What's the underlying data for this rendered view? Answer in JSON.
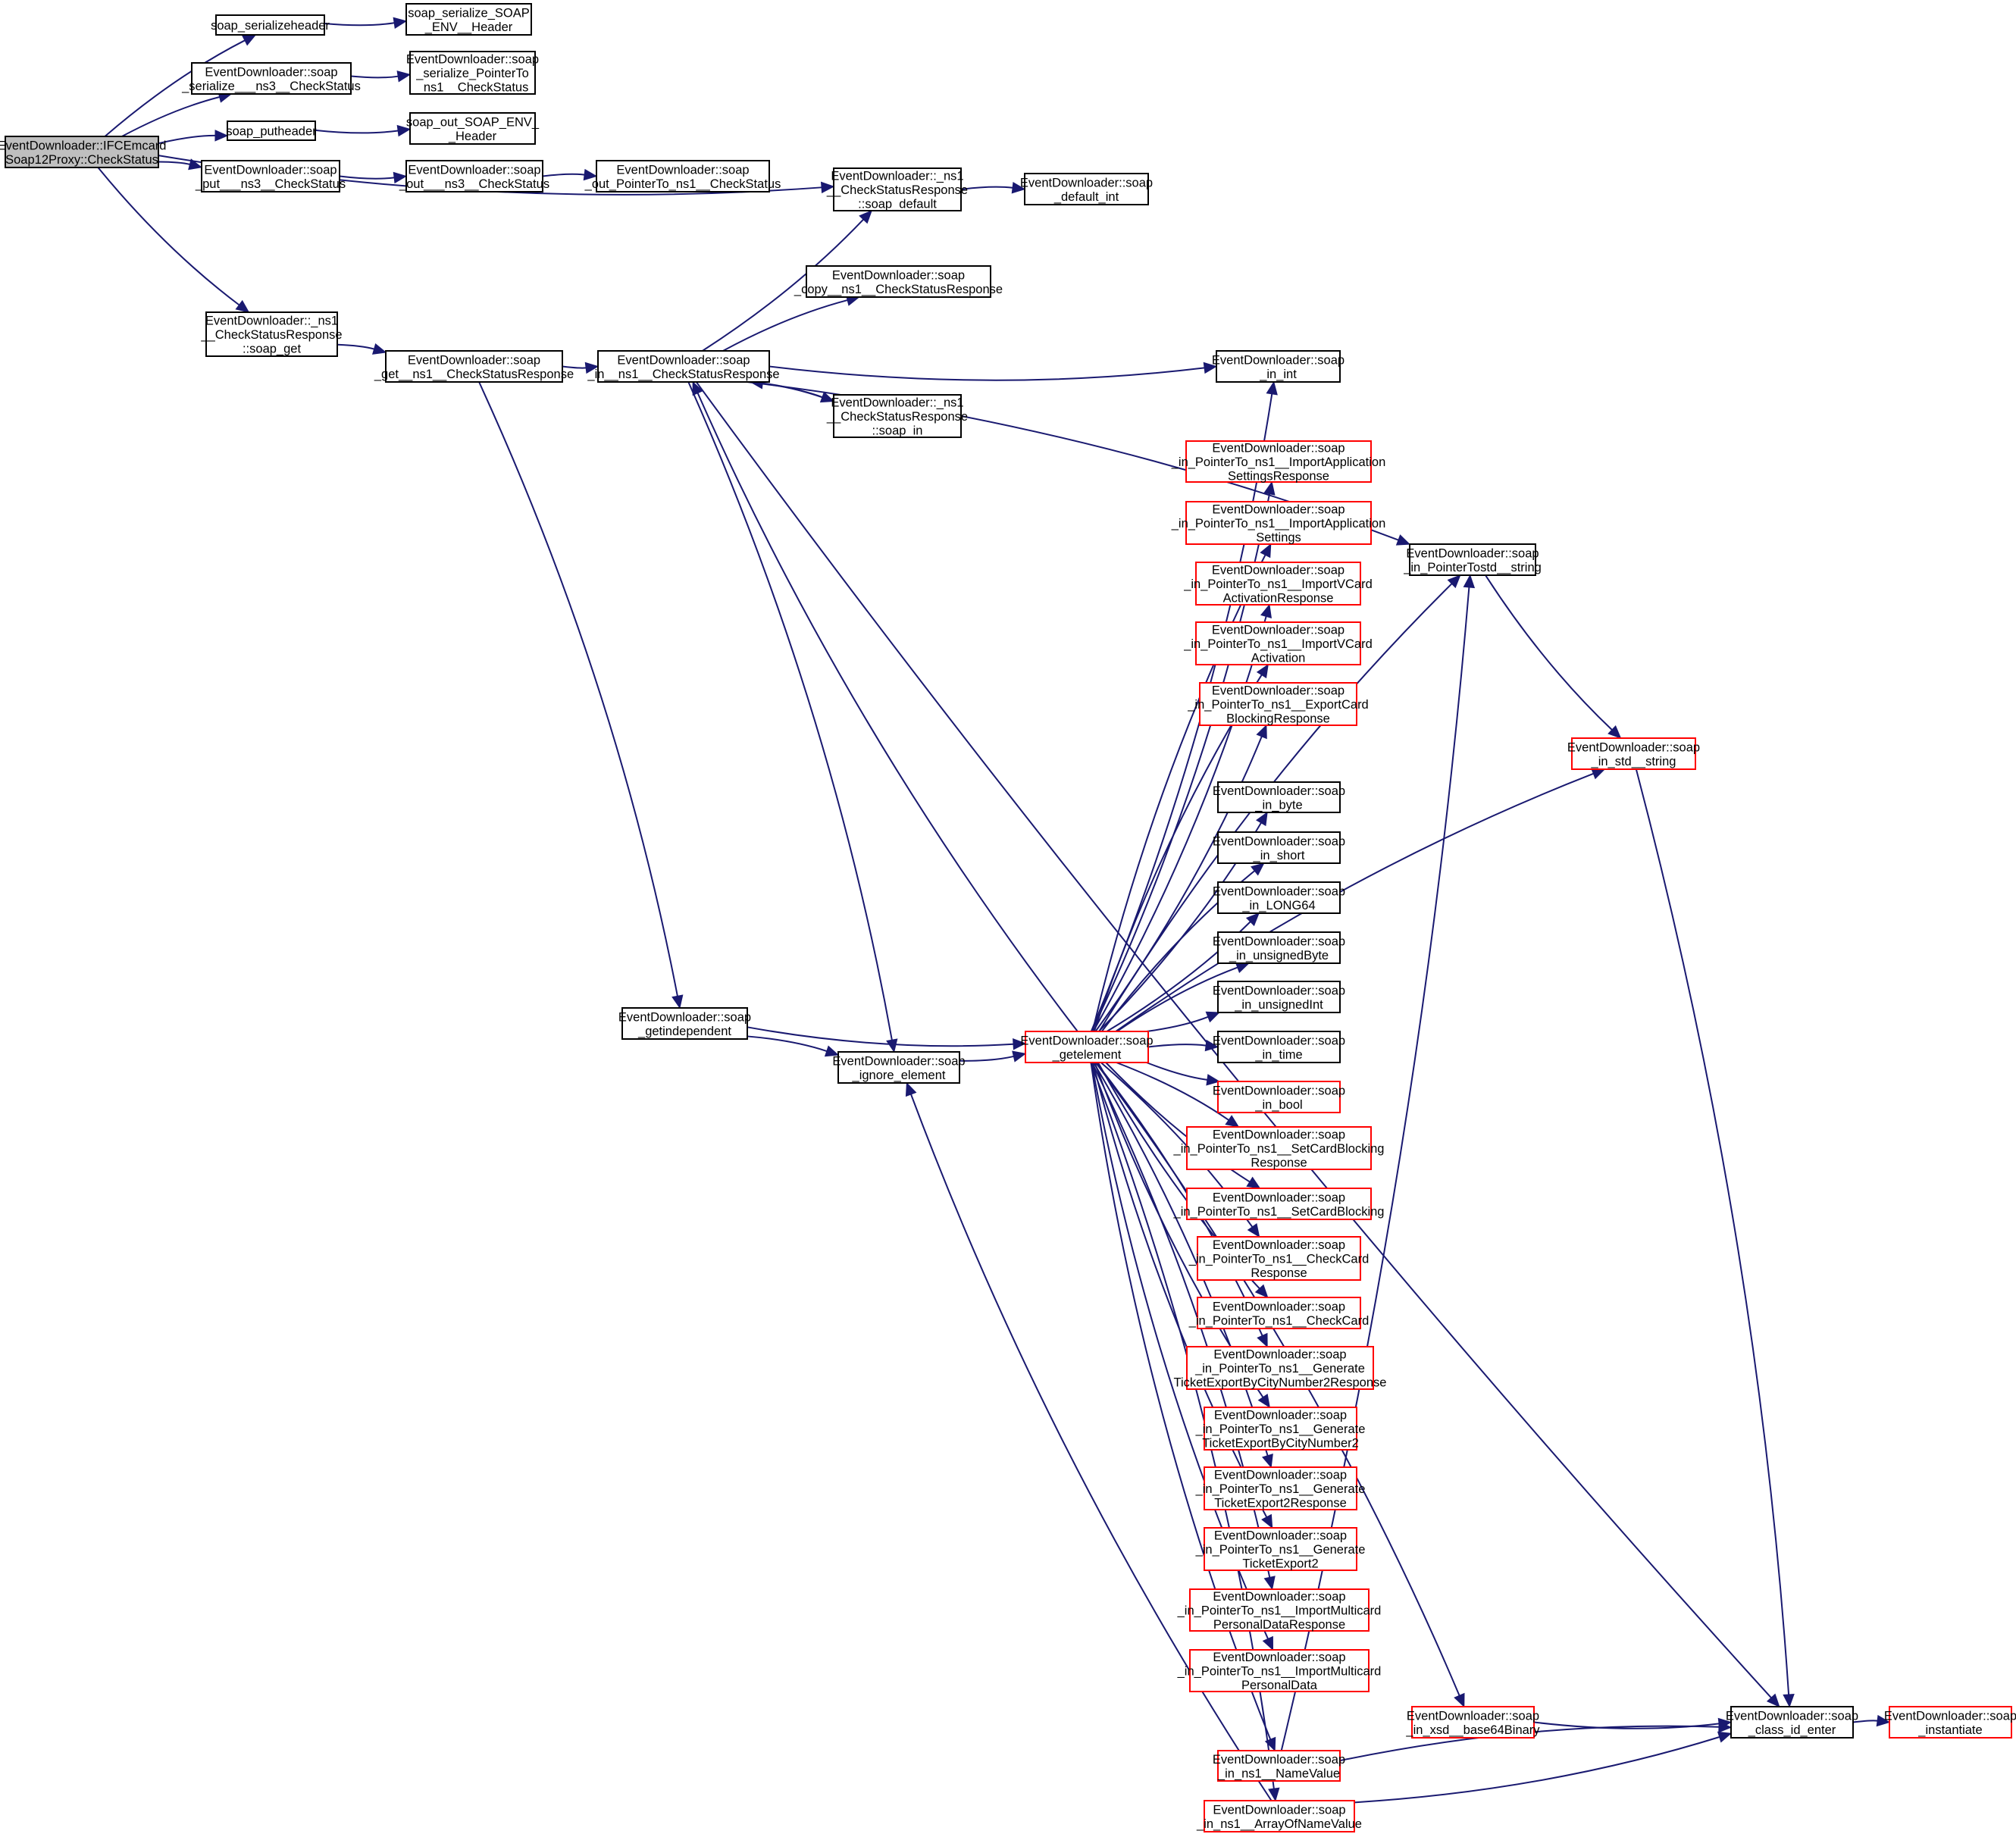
{
  "title": "Call graph: EventDownloader::IFCEmcardSoap12Proxy::CheckStatus",
  "colors": {
    "edge": "#191970",
    "root_fill": "#bfbfbf",
    "node_fill": "#ffffff",
    "node_border": "#000000",
    "truncated_border": "#ff0000"
  },
  "nodes": [
    {
      "id": "root",
      "lines": [
        "EventDownloader::IFCEmcard",
        "Soap12Proxy::CheckStatus"
      ],
      "style": "root"
    },
    {
      "id": "serializeheader",
      "lines": [
        "soap_serializeheader"
      ],
      "style": "normal"
    },
    {
      "id": "serialize_env_header",
      "lines": [
        "soap_serialize_SOAP",
        "_ENV__Header"
      ],
      "style": "normal"
    },
    {
      "id": "serialize_ns3",
      "lines": [
        "EventDownloader::soap",
        "_serialize___ns3__CheckStatus"
      ],
      "style": "normal"
    },
    {
      "id": "serialize_ptr",
      "lines": [
        "EventDownloader::soap",
        "_serialize_PointerTo",
        "_ns1__CheckStatus"
      ],
      "style": "normal"
    },
    {
      "id": "putheader",
      "lines": [
        "soap_putheader"
      ],
      "style": "normal"
    },
    {
      "id": "out_env_header",
      "lines": [
        "soap_out_SOAP_ENV_",
        "_Header"
      ],
      "style": "normal"
    },
    {
      "id": "put_ns3",
      "lines": [
        "EventDownloader::soap",
        "_put___ns3__CheckStatus"
      ],
      "style": "normal"
    },
    {
      "id": "out_ns3",
      "lines": [
        "EventDownloader::soap",
        "_out___ns3__CheckStatus"
      ],
      "style": "normal"
    },
    {
      "id": "out_ptr",
      "lines": [
        "EventDownloader::soap",
        "_out_PointerTo_ns1__CheckStatus"
      ],
      "style": "normal"
    },
    {
      "id": "soap_default",
      "lines": [
        "EventDownloader::_ns1",
        "__CheckStatusResponse",
        "::soap_default"
      ],
      "style": "normal"
    },
    {
      "id": "default_int",
      "lines": [
        "EventDownloader::soap",
        "_default_int"
      ],
      "style": "normal"
    },
    {
      "id": "copy",
      "lines": [
        "EventDownloader::soap",
        "_copy__ns1__CheckStatusResponse"
      ],
      "style": "normal"
    },
    {
      "id": "soap_get",
      "lines": [
        "EventDownloader::_ns1",
        "__CheckStatusResponse",
        "::soap_get"
      ],
      "style": "normal"
    },
    {
      "id": "get_ns1",
      "lines": [
        "EventDownloader::soap",
        "_get__ns1__CheckStatusResponse"
      ],
      "style": "normal"
    },
    {
      "id": "in_ns1",
      "lines": [
        "EventDownloader::soap",
        "_in__ns1__CheckStatusResponse"
      ],
      "style": "normal"
    },
    {
      "id": "soap_in",
      "lines": [
        "EventDownloader::_ns1",
        "__CheckStatusResponse",
        "::soap_in"
      ],
      "style": "normal"
    },
    {
      "id": "in_int",
      "lines": [
        "EventDownloader::soap",
        "_in_int"
      ],
      "style": "normal"
    },
    {
      "id": "p_import_app_resp",
      "lines": [
        "EventDownloader::soap",
        "_in_PointerTo_ns1__ImportApplication",
        "SettingsResponse"
      ],
      "style": "truncated"
    },
    {
      "id": "p_import_app",
      "lines": [
        "EventDownloader::soap",
        "_in_PointerTo_ns1__ImportApplication",
        "Settings"
      ],
      "style": "truncated"
    },
    {
      "id": "p_vcard_resp",
      "lines": [
        "EventDownloader::soap",
        "_in_PointerTo_ns1__ImportVCard",
        "ActivationResponse"
      ],
      "style": "truncated"
    },
    {
      "id": "p_vcard",
      "lines": [
        "EventDownloader::soap",
        "_in_PointerTo_ns1__ImportVCard",
        "Activation"
      ],
      "style": "truncated"
    },
    {
      "id": "p_export_block_resp",
      "lines": [
        "EventDownloader::soap",
        "_in_PointerTo_ns1__ExportCard",
        "BlockingResponse"
      ],
      "style": "truncated"
    },
    {
      "id": "in_byte",
      "lines": [
        "EventDownloader::soap",
        "_in_byte"
      ],
      "style": "normal"
    },
    {
      "id": "in_short",
      "lines": [
        "EventDownloader::soap",
        "_in_short"
      ],
      "style": "normal"
    },
    {
      "id": "in_long64",
      "lines": [
        "EventDownloader::soap",
        "_in_LONG64"
      ],
      "style": "normal"
    },
    {
      "id": "in_ubyte",
      "lines": [
        "EventDownloader::soap",
        "_in_unsignedByte"
      ],
      "style": "normal"
    },
    {
      "id": "in_uint",
      "lines": [
        "EventDownloader::soap",
        "_in_unsignedInt"
      ],
      "style": "normal"
    },
    {
      "id": "in_time",
      "lines": [
        "EventDownloader::soap",
        "_in_time"
      ],
      "style": "normal"
    },
    {
      "id": "in_bool",
      "lines": [
        "EventDownloader::soap",
        "_in_bool"
      ],
      "style": "truncated"
    },
    {
      "id": "p_setblock_resp",
      "lines": [
        "EventDownloader::soap",
        "_in_PointerTo_ns1__SetCardBlocking",
        "Response"
      ],
      "style": "truncated"
    },
    {
      "id": "p_setblock",
      "lines": [
        "EventDownloader::soap",
        "_in_PointerTo_ns1__SetCardBlocking"
      ],
      "style": "truncated"
    },
    {
      "id": "p_checkcard_resp",
      "lines": [
        "EventDownloader::soap",
        "_in_PointerTo_ns1__CheckCard",
        "Response"
      ],
      "style": "truncated"
    },
    {
      "id": "p_checkcard",
      "lines": [
        "EventDownloader::soap",
        "_in_PointerTo_ns1__CheckCard"
      ],
      "style": "truncated"
    },
    {
      "id": "p_gen_city_resp",
      "lines": [
        "EventDownloader::soap",
        "_in_PointerTo_ns1__Generate",
        "TicketExportByCityNumber2Response"
      ],
      "style": "truncated"
    },
    {
      "id": "p_gen_city",
      "lines": [
        "EventDownloader::soap",
        "_in_PointerTo_ns1__Generate",
        "TicketExportByCityNumber2"
      ],
      "style": "truncated"
    },
    {
      "id": "p_gen2_resp",
      "lines": [
        "EventDownloader::soap",
        "_in_PointerTo_ns1__Generate",
        "TicketExport2Response"
      ],
      "style": "truncated"
    },
    {
      "id": "p_gen2",
      "lines": [
        "EventDownloader::soap",
        "_in_PointerTo_ns1__Generate",
        "TicketExport2"
      ],
      "style": "truncated"
    },
    {
      "id": "p_multi_resp",
      "lines": [
        "EventDownloader::soap",
        "_in_PointerTo_ns1__ImportMulticard",
        "PersonalDataResponse"
      ],
      "style": "truncated"
    },
    {
      "id": "p_multi",
      "lines": [
        "EventDownloader::soap",
        "_in_PointerTo_ns1__ImportMulticard",
        "PersonalData"
      ],
      "style": "truncated"
    },
    {
      "id": "in_namevalue",
      "lines": [
        "EventDownloader::soap",
        "_in_ns1__NameValue"
      ],
      "style": "truncated"
    },
    {
      "id": "in_array_nv",
      "lines": [
        "EventDownloader::soap",
        "_in_ns1__ArrayOfNameValue"
      ],
      "style": "truncated"
    },
    {
      "id": "ptr_std_string",
      "lines": [
        "EventDownloader::soap",
        "_in_PointerTostd__string"
      ],
      "style": "normal"
    },
    {
      "id": "in_std_string",
      "lines": [
        "EventDownloader::soap",
        "_in_std__string"
      ],
      "style": "truncated"
    },
    {
      "id": "in_base64",
      "lines": [
        "EventDownloader::soap",
        "_in_xsd__base64Binary"
      ],
      "style": "truncated"
    },
    {
      "id": "class_id_enter",
      "lines": [
        "EventDownloader::soap",
        "_class_id_enter"
      ],
      "style": "normal"
    },
    {
      "id": "instantiate",
      "lines": [
        "EventDownloader::soap",
        "_instantiate"
      ],
      "style": "truncated"
    },
    {
      "id": "getindependent",
      "lines": [
        "EventDownloader::soap",
        "_getindependent"
      ],
      "style": "normal"
    },
    {
      "id": "ignore_element",
      "lines": [
        "EventDownloader::soap",
        "_ignore_element"
      ],
      "style": "normal"
    },
    {
      "id": "getelement",
      "lines": [
        "EventDownloader::soap",
        "_getelement"
      ],
      "style": "truncated"
    }
  ],
  "edges": [
    [
      "root",
      "serializeheader"
    ],
    [
      "serializeheader",
      "serialize_env_header"
    ],
    [
      "root",
      "serialize_ns3"
    ],
    [
      "serialize_ns3",
      "serialize_ptr"
    ],
    [
      "root",
      "putheader"
    ],
    [
      "putheader",
      "out_env_header"
    ],
    [
      "root",
      "put_ns3"
    ],
    [
      "put_ns3",
      "out_ns3"
    ],
    [
      "out_ns3",
      "out_ptr"
    ],
    [
      "root",
      "soap_default"
    ],
    [
      "soap_default",
      "default_int"
    ],
    [
      "root",
      "soap_get"
    ],
    [
      "soap_get",
      "get_ns1"
    ],
    [
      "get_ns1",
      "in_ns1"
    ],
    [
      "get_ns1",
      "getindependent"
    ],
    [
      "in_ns1",
      "soap_default"
    ],
    [
      "in_ns1",
      "copy"
    ],
    [
      "in_ns1",
      "in_int"
    ],
    [
      "in_ns1",
      "soap_in"
    ],
    [
      "soap_in",
      "in_ns1"
    ],
    [
      "in_ns1",
      "ptr_std_string"
    ],
    [
      "in_ns1",
      "class_id_enter"
    ],
    [
      "in_ns1",
      "ignore_element"
    ],
    [
      "getindependent",
      "getelement"
    ],
    [
      "getindependent",
      "ignore_element"
    ],
    [
      "ignore_element",
      "getelement"
    ],
    [
      "getelement",
      "in_ns1"
    ],
    [
      "getelement",
      "in_int"
    ],
    [
      "getelement",
      "ptr_std_string"
    ],
    [
      "getelement",
      "p_import_app_resp"
    ],
    [
      "getelement",
      "p_import_app"
    ],
    [
      "getelement",
      "p_vcard_resp"
    ],
    [
      "getelement",
      "p_vcard"
    ],
    [
      "getelement",
      "p_export_block_resp"
    ],
    [
      "getelement",
      "in_std_string"
    ],
    [
      "getelement",
      "in_byte"
    ],
    [
      "getelement",
      "in_short"
    ],
    [
      "getelement",
      "in_long64"
    ],
    [
      "getelement",
      "in_ubyte"
    ],
    [
      "getelement",
      "in_uint"
    ],
    [
      "getelement",
      "in_time"
    ],
    [
      "getelement",
      "in_bool"
    ],
    [
      "getelement",
      "p_setblock_resp"
    ],
    [
      "getelement",
      "p_setblock"
    ],
    [
      "getelement",
      "p_checkcard_resp"
    ],
    [
      "getelement",
      "p_checkcard"
    ],
    [
      "getelement",
      "p_gen_city_resp"
    ],
    [
      "getelement",
      "p_gen_city"
    ],
    [
      "getelement",
      "p_gen2_resp"
    ],
    [
      "getelement",
      "p_gen2"
    ],
    [
      "getelement",
      "p_multi_resp"
    ],
    [
      "getelement",
      "p_multi"
    ],
    [
      "getelement",
      "in_base64"
    ],
    [
      "getelement",
      "in_namevalue"
    ],
    [
      "getelement",
      "in_array_nv"
    ],
    [
      "in_namevalue",
      "ptr_std_string"
    ],
    [
      "in_namevalue",
      "class_id_enter"
    ],
    [
      "in_array_nv",
      "class_id_enter"
    ],
    [
      "in_array_nv",
      "ignore_element"
    ],
    [
      "ptr_std_string",
      "in_std_string"
    ],
    [
      "in_std_string",
      "class_id_enter"
    ],
    [
      "in_base64",
      "class_id_enter"
    ],
    [
      "class_id_enter",
      "instantiate"
    ]
  ]
}
